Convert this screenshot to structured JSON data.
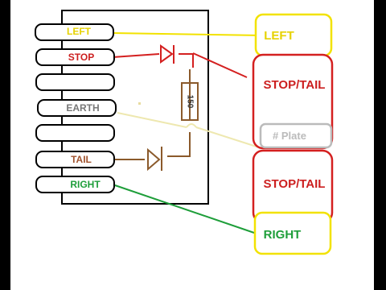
{
  "diagram": {
    "pins": [
      {
        "label": "LEFT",
        "color": "#e6d200"
      },
      {
        "label": "STOP",
        "color": "#cc1f1f"
      },
      {
        "label": "",
        "color": ""
      },
      {
        "label": "EARTH",
        "color": "#777777"
      },
      {
        "label": "",
        "color": ""
      },
      {
        "label": "TAIL",
        "color": "#a0522d"
      },
      {
        "label": "RIGHT",
        "color": "#1e9e3a"
      }
    ],
    "resistor_label": "150",
    "lamps": {
      "left": "LEFT",
      "stop_tail_top": "STOP/TAIL",
      "plate": "# Plate",
      "stop_tail_bottom": "STOP/TAIL",
      "right": "RIGHT"
    },
    "colors": {
      "yellow": "#f2e200",
      "red": "#d42020",
      "brown": "#8b5a2b",
      "green": "#1e9e3a",
      "earth": "#eee8b0",
      "grey": "#bbbbbb"
    }
  }
}
